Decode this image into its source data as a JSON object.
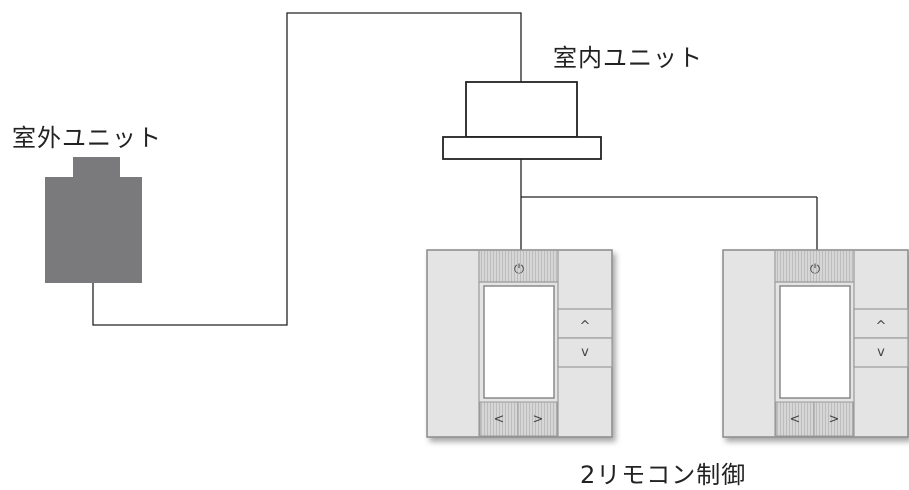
{
  "labels": {
    "outdoor_unit": "室外ユニット",
    "indoor_unit": "室内ユニット",
    "dual_remote_control": "2リモコン制御"
  },
  "remote": {
    "power_symbol": "⏻",
    "up_symbol": "^",
    "down_symbol": "v",
    "left_symbol": "<",
    "right_symbol": ">"
  },
  "colors": {
    "outdoor_unit": "#7a7a7c",
    "line": "#222222",
    "panel": "#e4e4e4",
    "panel_border": "#8a8a8a",
    "screen": "#ffffff"
  }
}
